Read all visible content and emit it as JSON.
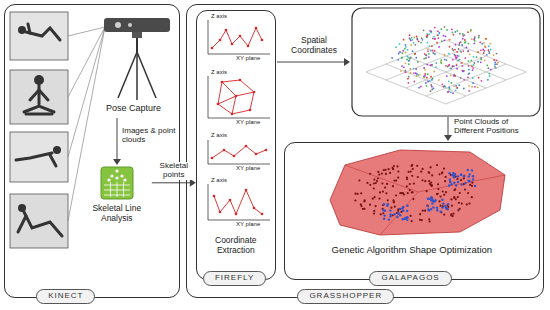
{
  "diagram": {
    "nodes": [
      {
        "text": [
          "KINECT"
        ]
      },
      {
        "text": [
          "Skeletal Line Analysis"
        ],
        "in": 0
      },
      {
        "text": [
          "GRASSHOPPER"
        ]
      },
      {
        "text": [
          "Coordinate Extraction",
          "FIREFLY"
        ],
        "in": 2
      },
      {
        "text": [
          "Genetic Algorithm Shape Optimization",
          "GALAPAGOS"
        ],
        "in": 2
      }
    ],
    "edges": [
      {
        "from": 1,
        "to": 3,
        "label": "Skeletal points",
        "arrow": "to"
      }
    ],
    "labels": [
      "Pose Capture",
      "Images & point clouds",
      "Spatial Coordinates",
      "Point Clouds of Different Positions",
      "Z axis",
      "XY plane",
      "Z axis",
      "XY plane",
      "Z axis",
      "XY plane",
      "Z axis",
      "XY plane"
    ]
  }
}
